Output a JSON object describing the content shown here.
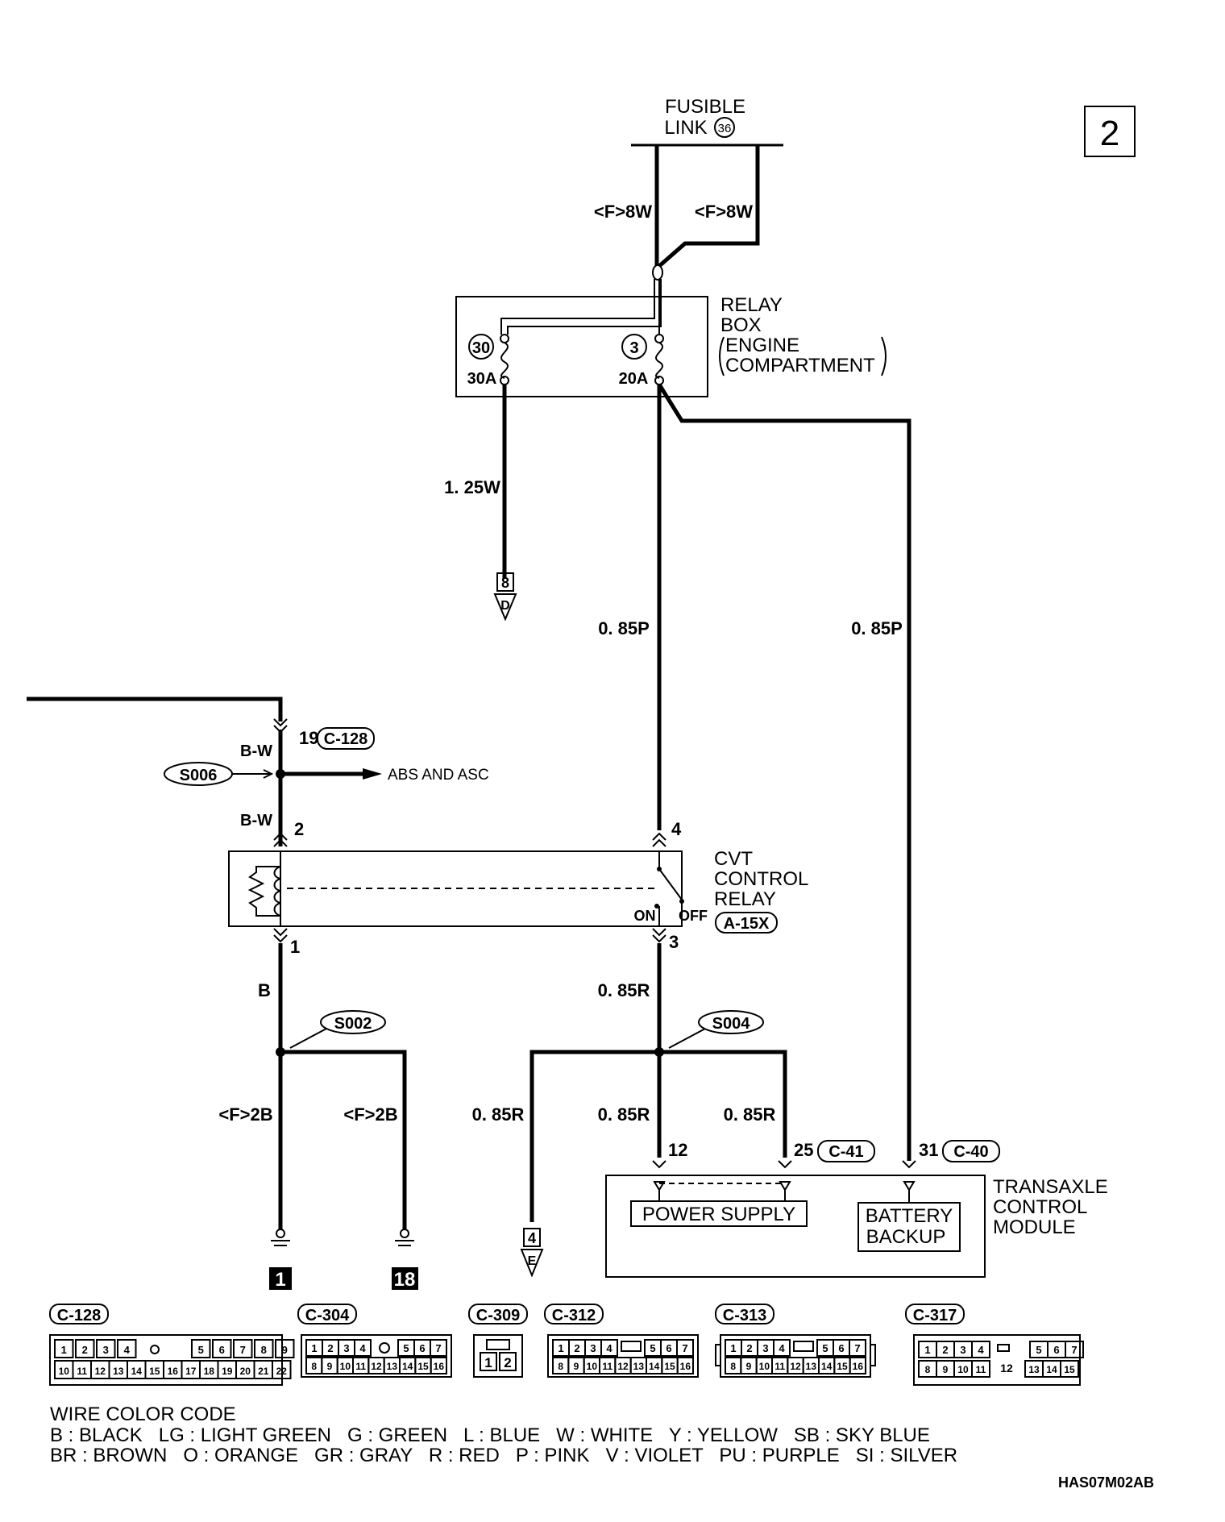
{
  "page_number": "2",
  "fusible_link": {
    "line1": "FUSIBLE",
    "line2": "LINK",
    "number": "36"
  },
  "fusible_wires": {
    "left": "<F>8W",
    "right": "<F>8W"
  },
  "relay_box": {
    "line1": "RELAY",
    "line2": "BOX",
    "line3": "ENGINE",
    "line4": "COMPARTMENT",
    "fuse_left": {
      "number": "30",
      "rating": "30A"
    },
    "fuse_right": {
      "number": "3",
      "rating": "20A"
    }
  },
  "wires": {
    "w_125": "1. 25W",
    "w_085p_left": "0. 85P",
    "w_085p_right": "0. 85P",
    "bw_top": "B-W",
    "bw_mid": "B-W",
    "b": "B",
    "r_mid": "0. 85R",
    "f2b_left": "<F>2B",
    "f2b_right": "<F>2B",
    "r_bottom_1": "0. 85R",
    "r_bottom_2": "0. 85R",
    "r_bottom_3": "0. 85R"
  },
  "connectors": {
    "d_num": "8",
    "d_letter": "D",
    "e_num": "4",
    "e_letter": "E",
    "c128_pin": "19",
    "c128": "C-128",
    "c41_pin": "25",
    "c41": "C-41",
    "c40_pin": "31",
    "c40": "C-40",
    "a15x": "A-15X"
  },
  "splices": {
    "s006": "S006",
    "s002": "S002",
    "s004": "S004"
  },
  "abs": "ABS AND ASC",
  "cvt_relay": {
    "line1": "CVT",
    "line2": "CONTROL",
    "line3": "RELAY",
    "pin2": "2",
    "pin4": "4",
    "pin1": "1",
    "pin3": "3",
    "on": "ON",
    "off": "OFF"
  },
  "tcm": {
    "line1": "TRANSAXLE",
    "line2": "CONTROL",
    "line3": "MODULE",
    "pin12": "12",
    "power_supply": "POWER SUPPLY",
    "battery1": "BATTERY",
    "battery2": "BACKUP"
  },
  "grounds": {
    "g1": "1",
    "g18": "18"
  },
  "connector_views": {
    "c128": {
      "label": "C-128",
      "top": [
        "1",
        "2",
        "3",
        "4",
        "",
        "5",
        "6",
        "7",
        "8",
        "9"
      ],
      "bottom": [
        "10",
        "11",
        "12",
        "13",
        "14",
        "15",
        "16",
        "17",
        "18",
        "19",
        "20",
        "21",
        "22"
      ]
    },
    "c304": {
      "label": "C-304",
      "top": [
        "1",
        "2",
        "3",
        "4",
        "5",
        "6",
        "7"
      ],
      "bottom": [
        "8",
        "9",
        "10",
        "11",
        "12",
        "13",
        "14",
        "15",
        "16"
      ]
    },
    "c309": {
      "label": "C-309",
      "pins": [
        "1",
        "2"
      ]
    },
    "c312": {
      "label": "C-312",
      "top": [
        "1",
        "2",
        "3",
        "4",
        "5",
        "6",
        "7"
      ],
      "bottom": [
        "8",
        "9",
        "10",
        "11",
        "12",
        "13",
        "14",
        "15",
        "16"
      ]
    },
    "c313": {
      "label": "C-313",
      "top": [
        "1",
        "2",
        "3",
        "4",
        "5",
        "6",
        "7"
      ],
      "bottom": [
        "8",
        "9",
        "10",
        "11",
        "12",
        "13",
        "14",
        "15",
        "16"
      ]
    },
    "c317": {
      "label": "C-317",
      "top": [
        "1",
        "2",
        "3",
        "4",
        "5",
        "6",
        "7"
      ],
      "bottom": [
        "8",
        "9",
        "10",
        "11"
      ],
      "center": "12",
      "right": [
        "13",
        "14",
        "15"
      ]
    }
  },
  "legend": {
    "title": "WIRE COLOR CODE",
    "row1": "B : BLACK   LG : LIGHT GREEN   G : GREEN   L : BLUE   W : WHITE   Y : YELLOW   SB : SKY BLUE",
    "row2": "BR : BROWN   O : ORANGE   GR : GRAY   R : RED   P : PINK   V : VIOLET   PU : PURPLE   SI : SILVER"
  },
  "figure_code": "HAS07M02AB"
}
